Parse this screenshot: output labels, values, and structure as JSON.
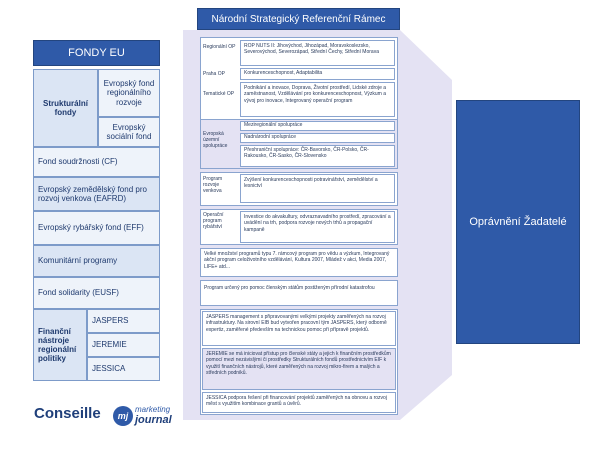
{
  "left": {
    "title": "FONDY EU",
    "structural_funds_label": "Strukturální fondy",
    "erdf": "Evropský fond regionálního rozvoje",
    "esf": "Evropský sociální fond",
    "cohesion": "Fond soudržnosti (CF)",
    "eafrd": "Evropský zemědělský fond pro rozvoj venkova (EAFRD)",
    "eff": "Evropský rybářský fond (EFF)",
    "community": "Komunitární programy",
    "solidarity": "Fond solidarity (EUSF)",
    "financial_label": "Finanční nástroje regionální politiky",
    "jaspers": "JASPERS",
    "jeremie": "JEREMIE",
    "jessica": "JESSICA"
  },
  "center": {
    "title": "Národní Strategický Referenční Rámec",
    "rows": [
      {
        "label": "Regionální OP",
        "text": "ROP NUTS II: Jihovýchod, Jihozápad, Moravskoslezsko, Severovýchod, Severozápad, Střední Čechy, Střední Morava"
      },
      {
        "label": "Praha OP",
        "text": "Konkurenceschopnost, Adaptabilita"
      },
      {
        "label": "Tematické OP",
        "text": "Podnikání a inovace, Doprava, Životní prostředí, Lidské zdroje a zaměstnanost, Vzdělávání pro konkurenceschopnost, Výzkum a vývoj pro inovace, Integrovaný operační program"
      },
      {
        "label": "Evropská územní spolupráce",
        "items": [
          "Meziregionální spolupráce",
          "Nadnárodní spolupráce",
          "Přeshraniční spolupráce: ČR-Bavorsko, ČR-Polsko, ČR-Rakousko, ČR-Sasko, ČR-Slovensko"
        ]
      },
      {
        "label": "Program rozvoje venkova",
        "text": "Zvýšení konkurenceschopnosti potravinářství, zemědělství a lesnictví"
      },
      {
        "label": "Operační program rybářství",
        "text": "Investice do akvakultury, odvraznavadního prostředí, zpracování a uvádění na trh, podpora rozvoje nových trhů a propagační kampaně"
      }
    ],
    "community_text": "Velké množství programů typu 7. rámcový program pro vědu a výzkum, Integrovaný akční program celoživotního vzdělávání, Kultura 2007, Mládež v akci, Media 2007, LIFE+ atd...",
    "solidarity_text": "Program určený pro pomoc členským státům postiženým přírodní katastrofou",
    "jaspers_text": "JASPERS management s připravovanými velkými projekty zaměřených na rozvoj infrastruktury. Na sirovní EIB bud vytvořen pracovní tým JASPERS, který odborně expertiz, zaměřené především na technickou pomoc při přípravě projektů.",
    "jeremie_text": "JEREMIE se má iniciovat přístup pro členské státy a jejich k finančním prostředkům pomocí mezi nezávislými či prostředky Strukturálních fondů prostřednictvím EIF k využití finančních nástrojů, které zaměřených na rozvoj mikro-firem a malých a středních podniků.",
    "jessica_text": "JESSICA podpora řešení při financování projektů zaměřených na obnovu a rozvoj měst s využitím kombinace grantů a úvěrů."
  },
  "right": {
    "title": "Oprávnění Žadatelé"
  },
  "logos": {
    "conseille": "Conseille",
    "mj_line1": "marketing",
    "mj_line2": "journal",
    "mj_glyph": "mj"
  },
  "colors": {
    "dark_blue": "#2f5aa8",
    "light_blue": "#dbe5f4",
    "lavender": "#e4e2f3"
  }
}
